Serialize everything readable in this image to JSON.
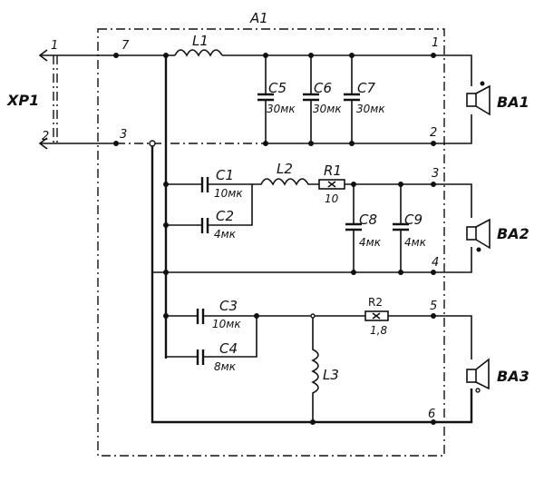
{
  "diagram": {
    "assembly": "A1",
    "connector": {
      "name": "XP1",
      "pins": [
        "1",
        "2"
      ]
    },
    "terminals": [
      "7",
      "3",
      "1",
      "2",
      "3",
      "4",
      "5",
      "6"
    ],
    "components": {
      "L1": {
        "label": "L1"
      },
      "L2": {
        "label": "L2"
      },
      "L3": {
        "label": "L3"
      },
      "C1": {
        "label": "C1",
        "value": "10мк"
      },
      "C2": {
        "label": "C2",
        "value": "4мк"
      },
      "C3": {
        "label": "C3",
        "value": "10мк"
      },
      "C4": {
        "label": "C4",
        "value": "8мк"
      },
      "C5": {
        "label": "C5",
        "value": "30мк"
      },
      "C6": {
        "label": "C6",
        "value": "30мк"
      },
      "C7": {
        "label": "C7",
        "value": "30мк"
      },
      "C8": {
        "label": "C8",
        "value": "4мк"
      },
      "C9": {
        "label": "C9",
        "value": "4мк"
      },
      "R1": {
        "label": "R1",
        "value": "10"
      },
      "R2": {
        "label": "R2",
        "value": "1,8"
      }
    },
    "speakers": [
      "BA1",
      "BA2",
      "BA3"
    ]
  }
}
